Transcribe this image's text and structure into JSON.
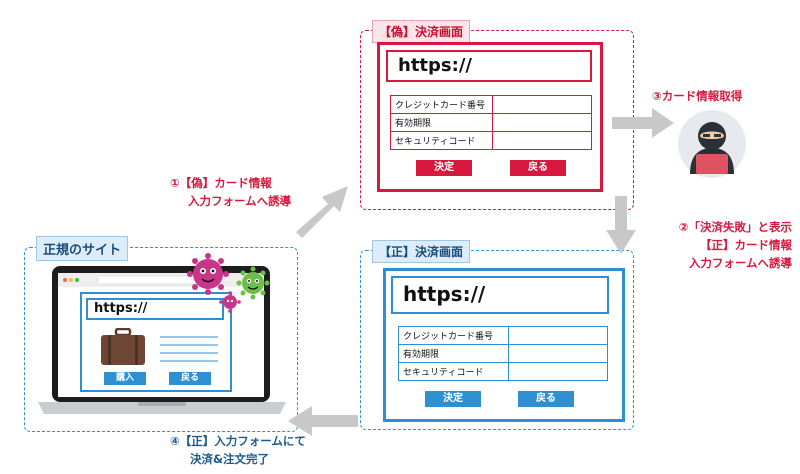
{
  "fake_panel": {
    "title": "【偽】決済画面",
    "url": "https://",
    "rows": [
      "クレジットカード番号",
      "有効期限",
      "セキュリティコード"
    ],
    "ok_label": "決定",
    "back_label": "戻る"
  },
  "real_panel": {
    "title": "【正】決済画面",
    "url": "https://",
    "rows": [
      "クレジットカード番号",
      "有効期限",
      "セキュリティコード"
    ],
    "ok_label": "決定",
    "back_label": "戻る"
  },
  "legit_site": {
    "title": "正規のサイト",
    "url": "https://",
    "buy_label": "購入",
    "back_label": "戻る"
  },
  "steps": {
    "s1_line1": "①【偽】カード情報",
    "s1_line2": "入力フォームへ誘導",
    "s2_line1": "②「決済失敗」と表示",
    "s2_line2": "【正】カード情報",
    "s2_line3": "入力フォームへ誘導",
    "s3": "③カード情報取得",
    "s4_line1": "④【正】入力フォームにて",
    "s4_line2": "決済&注文完了"
  },
  "colors": {
    "red": "#d7193f",
    "blue": "#2e8fd1",
    "arrow_gray": "#c8c8c8"
  }
}
